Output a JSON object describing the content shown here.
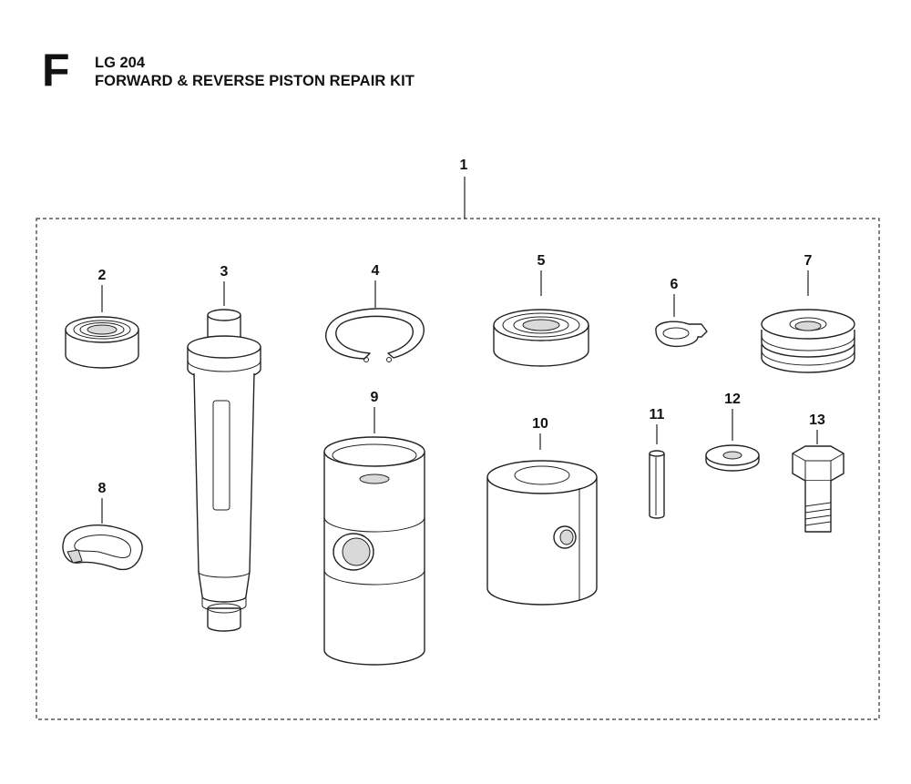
{
  "header": {
    "section_letter": "F",
    "model": "LG 204",
    "title": "FORWARD & REVERSE PISTON REPAIR KIT"
  },
  "callouts": [
    "1",
    "2",
    "3",
    "4",
    "5",
    "6",
    "7",
    "8",
    "9",
    "10",
    "11",
    "12",
    "13"
  ]
}
